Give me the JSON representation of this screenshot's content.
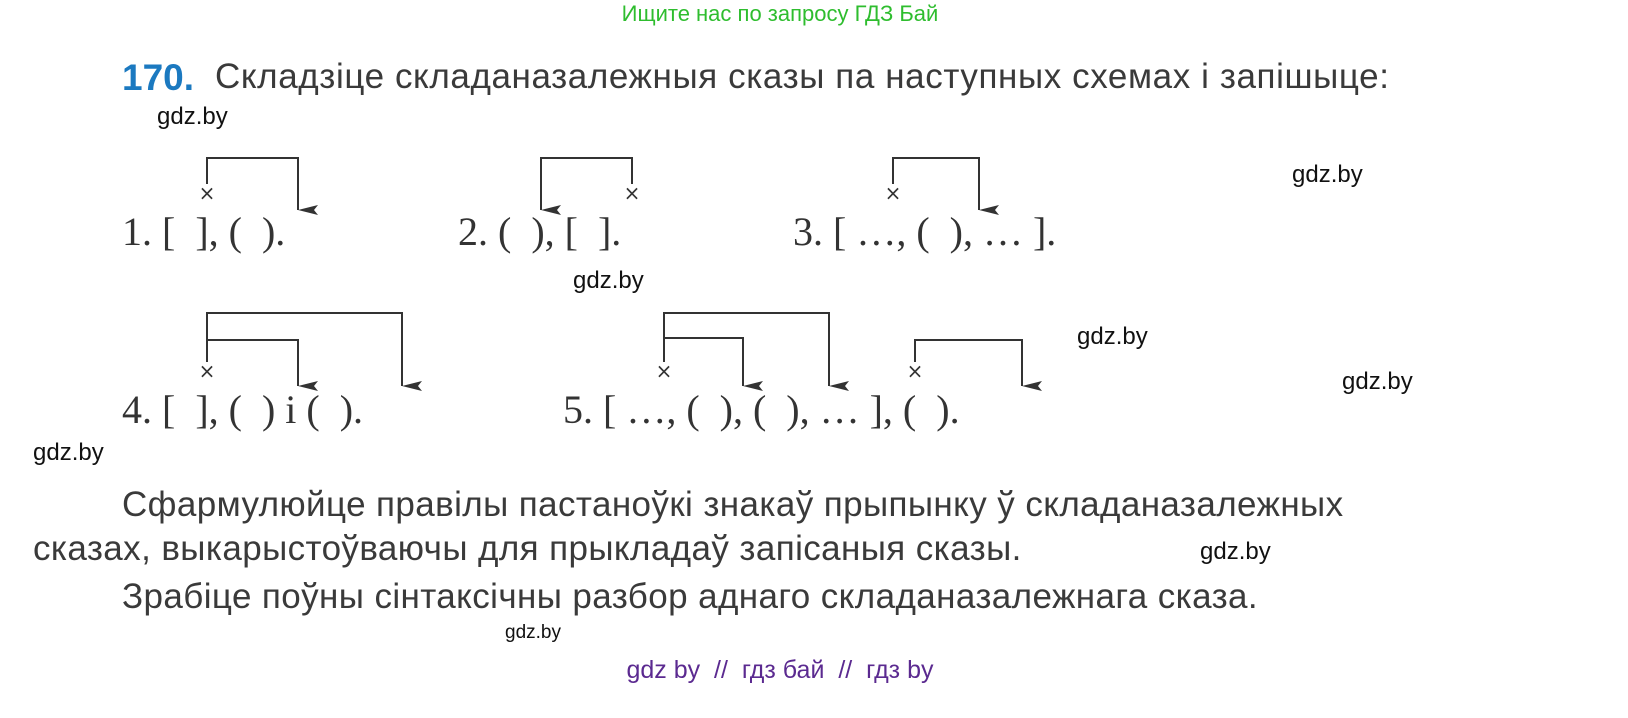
{
  "header": {
    "text": "Ищите нас по запросу ГДЗ Бай"
  },
  "task": {
    "number": "170.",
    "text": "Складзіце складаназалежныя сказы па наступных схемах і запішыце:",
    "schemes": [
      {
        "label": "1.",
        "formula": "[  ], (  )."
      },
      {
        "label": "2.",
        "formula": "(  ), [  ]."
      },
      {
        "label": "3.",
        "formula": "[ …, (  ), … ]."
      },
      {
        "label": "4.",
        "formula": "[  ], (  ) і (  )."
      },
      {
        "label": "5.",
        "formula": "[ …, (  ), (  ), … ], (  )."
      }
    ],
    "paragraph1_line1": "Сфармулюйце правілы пастаноўкі знакаў прыпынку ў складаназалежных",
    "paragraph1_line2": "сказах, выкарыстоўваючы для прыкладаў запісаныя сказы.",
    "paragraph2": "Зрабіце поўны сінтаксічны разбор аднаго складаназалежнага сказа."
  },
  "watermarks": [
    "gdz.by",
    "gdz.by",
    "gdz.by",
    "gdz.by",
    "gdz.by",
    "gdz.by",
    "gdz.by",
    "gdz.by"
  ],
  "footer": {
    "text": "gdz by  //  гдз бай  //  гдз by"
  },
  "colors": {
    "header": "#2ebd2e",
    "task_number": "#1b79c0",
    "footer": "#5b2a90",
    "text": "#3a3a3a"
  }
}
